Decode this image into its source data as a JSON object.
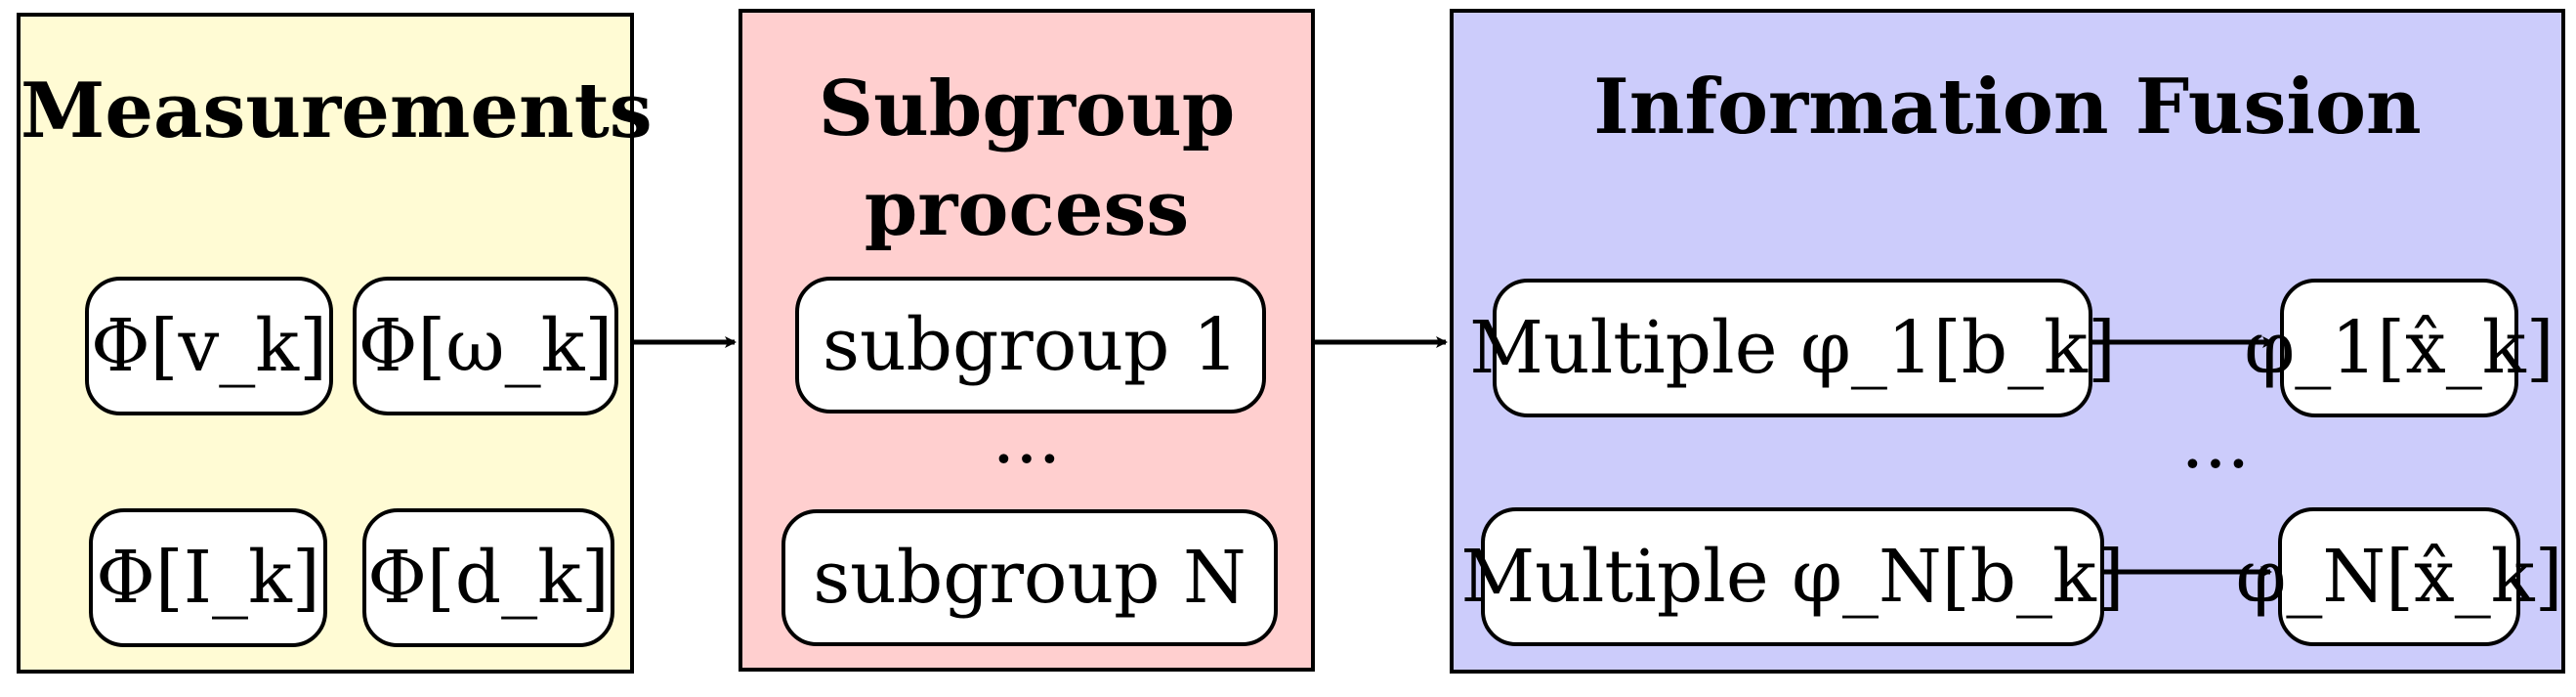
{
  "panels": {
    "measurements": {
      "title": "Measurements",
      "color": "#fffbd4",
      "nodes": [
        "Φ[v_k]",
        "Φ[ω_k]",
        "Φ[I_k]",
        "Φ[d_k]"
      ]
    },
    "subgroup": {
      "title_line1": "Subgroup",
      "title_line2": "process",
      "color": "#ffcfcf",
      "node_first": "subgroup 1",
      "ellipsis": "···",
      "node_last": "subgroup N"
    },
    "fusion": {
      "title": "Information Fusion",
      "color": "#ccccfb",
      "multiple_first": "Multiple φ_1[b_k]",
      "multiple_last": "Multiple φ_N[b_k]",
      "output_first": "φ_1[x̂_k]",
      "output_last": "φ_N[x̂_k]",
      "ellipsis": "···"
    }
  }
}
